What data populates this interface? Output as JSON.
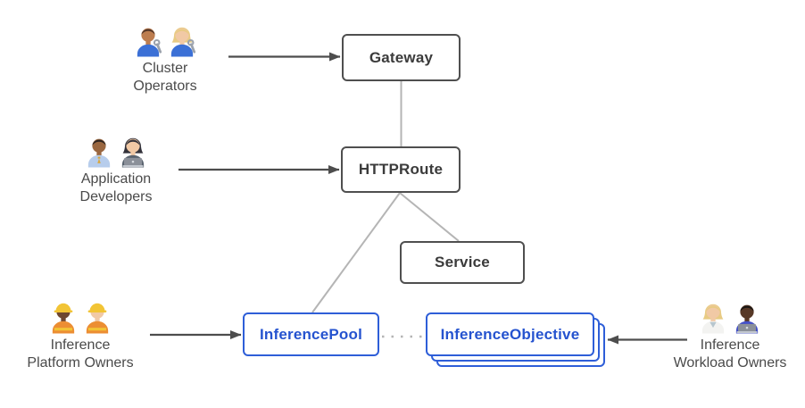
{
  "diagram": {
    "nodes": {
      "gateway": {
        "label": "Gateway"
      },
      "httproute": {
        "label": "HTTPRoute"
      },
      "service": {
        "label": "Service"
      },
      "inference_pool": {
        "label": "InferencePool"
      },
      "inference_objective": {
        "label": "InferenceObjective",
        "stack_count": 3
      }
    },
    "actors": {
      "cluster_operators": {
        "line1": "Cluster",
        "line2": "Operators",
        "icons": [
          "man-mechanic",
          "woman-mechanic"
        ]
      },
      "application_developers": {
        "line1": "Application",
        "line2": "Developers",
        "icons": [
          "man-office-worker",
          "woman-technologist"
        ]
      },
      "inference_platform_owners": {
        "line1": "Inference",
        "line2": "Platform Owners",
        "icons": [
          "woman-construction-worker",
          "man-construction-worker"
        ]
      },
      "inference_workload_owners": {
        "line1": "Inference",
        "line2": "Workload Owners",
        "icons": [
          "woman-health-worker",
          "man-technologist"
        ]
      }
    },
    "colors": {
      "dark_node_border": "#4f4f4f",
      "dark_node_text": "#3b3b3b",
      "blue_node_border": "#2e5ed8",
      "blue_node_text": "#2553cf",
      "connector_gray": "#b5b5b5",
      "arrow_dark": "#4d4d4d",
      "actor_label_text": "#4a4a4a"
    }
  }
}
